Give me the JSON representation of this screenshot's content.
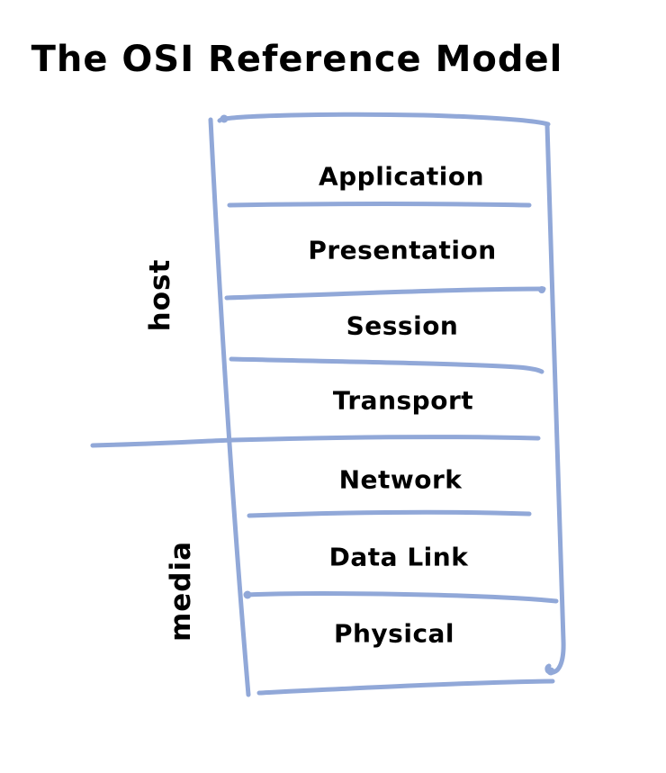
{
  "title": "The OSI Reference Model",
  "colors": {
    "stroke": "#91a8d8",
    "ink": "#000000",
    "background": "#ffffff"
  },
  "diagram": {
    "type": "layer-stack",
    "layers": [
      {
        "label": "Application",
        "group": "host"
      },
      {
        "label": "Presentation",
        "group": "host"
      },
      {
        "label": "Session",
        "group": "host"
      },
      {
        "label": "Transport",
        "group": "host"
      },
      {
        "label": "Network",
        "group": "media"
      },
      {
        "label": "Data Link",
        "group": "media"
      },
      {
        "label": "Physical",
        "group": "media"
      }
    ],
    "group_labels": {
      "top": "host",
      "bottom": "media"
    }
  }
}
